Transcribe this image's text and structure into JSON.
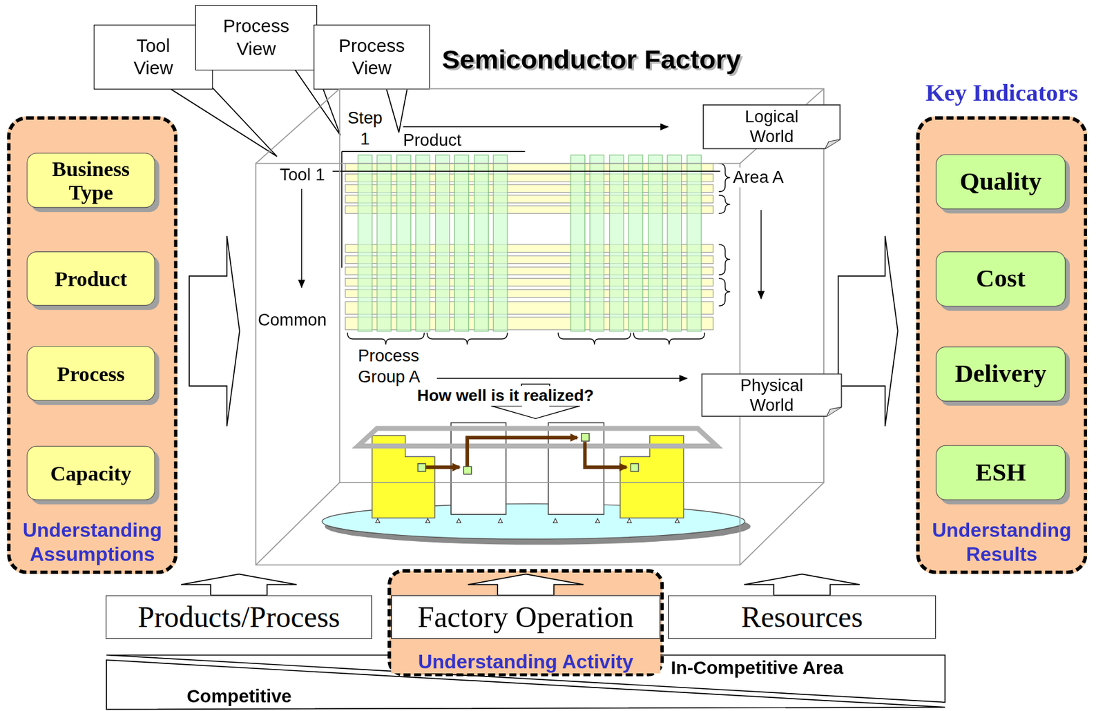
{
  "diagram": {
    "nodes": [
      {
        "text": [
          "Tool View"
        ]
      },
      {
        "text": [
          "Process View"
        ]
      },
      {
        "text": [
          "Process View"
        ]
      },
      {
        "text": [
          "Semiconductor Factory"
        ]
      },
      {
        "text": [
          "Logical World"
        ],
        "in": 3
      },
      {
        "text": [
          "Physical World"
        ],
        "in": 3
      },
      {
        "text": [
          "Understanding Assumptions"
        ]
      },
      {
        "text": [
          "Business Type"
        ],
        "in": 6
      },
      {
        "text": [
          "Product"
        ],
        "in": 6
      },
      {
        "text": [
          "Process"
        ],
        "in": 6
      },
      {
        "text": [
          "Capacity"
        ],
        "in": 6
      },
      {
        "text": [
          "Key Indicators",
          "Understanding Results"
        ]
      },
      {
        "text": [
          "Quality"
        ],
        "in": 11
      },
      {
        "text": [
          "Cost"
        ],
        "in": 11
      },
      {
        "text": [
          "Delivery"
        ],
        "in": 11
      },
      {
        "text": [
          "ESH"
        ],
        "in": 11
      },
      {
        "text": [
          "Products/Process"
        ]
      },
      {
        "text": [
          "Understanding Activity"
        ]
      },
      {
        "text": [
          "Factory Operation"
        ],
        "in": 17
      },
      {
        "text": [
          "Resources"
        ]
      },
      {
        "text": [
          "In-Competitive Area"
        ]
      },
      {
        "text": [
          "Competitive"
        ]
      }
    ],
    "edges": [
      {
        "from": 6,
        "to": 3,
        "arrow": "to"
      },
      {
        "from": 3,
        "to": 11,
        "arrow": "to"
      },
      {
        "from": 16,
        "to": 3,
        "arrow": "to"
      },
      {
        "from": 18,
        "to": 3,
        "arrow": "to"
      },
      {
        "from": 19,
        "to": 3,
        "arrow": "to"
      }
    ],
    "labels": [
      "Step 1",
      "Product",
      "Tool 1",
      "Common",
      "Area A",
      "Process Group A",
      "How well is it realized?"
    ]
  }
}
